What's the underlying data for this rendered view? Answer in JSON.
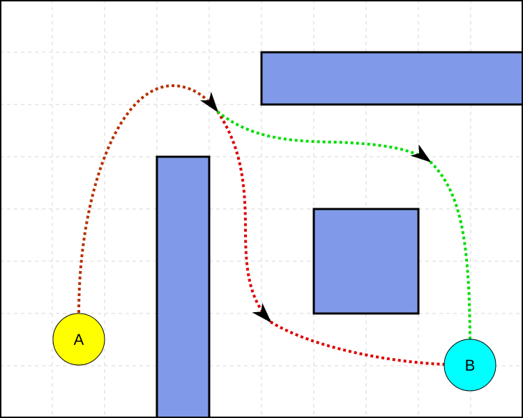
{
  "colors": {
    "background": "#ffffff",
    "grid": "#d6d6d6",
    "obstacle_fill": "#8099e8",
    "obstacle_stroke": "#000000",
    "path_red": "#dd0000",
    "path_green": "#00dd00",
    "path_red_green": "#b83000",
    "node_a_fill": "#ffff00",
    "node_b_fill": "#00ffff",
    "arrowhead": "#000000"
  },
  "nodes": {
    "a": {
      "label": "A"
    },
    "b": {
      "label": "B"
    }
  },
  "paths": {
    "red": {
      "color_name": "red",
      "style": "dotted"
    },
    "green": {
      "color_name": "green",
      "style": "dotted"
    }
  }
}
